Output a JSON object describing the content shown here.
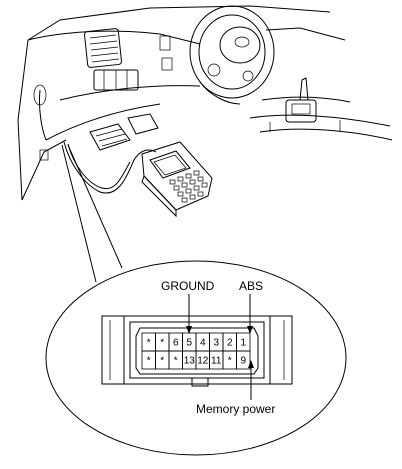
{
  "labels": {
    "ground": "GROUND",
    "abs": "ABS",
    "memory_power": "Memory power"
  },
  "connector": {
    "top_row": [
      "*",
      "*",
      "6",
      "5",
      "4",
      "3",
      "2",
      "1"
    ],
    "bottom_row": [
      "*",
      "*",
      "*",
      "13",
      "12",
      "11",
      "*",
      "9"
    ]
  },
  "colors": {
    "line": "#000000",
    "background": "#ffffff"
  }
}
